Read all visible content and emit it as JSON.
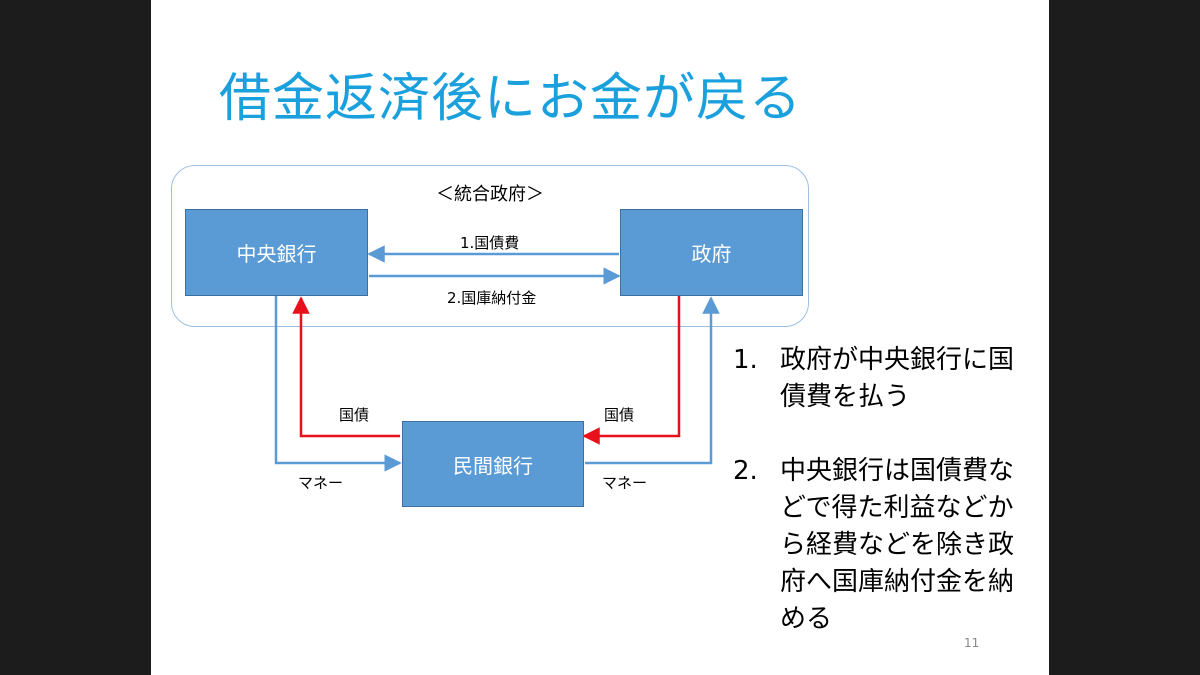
{
  "slide": {
    "title": "借金返済後にお金が戻る",
    "page_number": "11"
  },
  "diagram": {
    "group_label": "＜統合政府＞",
    "boxes": {
      "central_bank": "中央銀行",
      "government": "政府",
      "private_bank": "民間銀行"
    },
    "arrows": {
      "government_to_central": "1.国債費",
      "central_to_government": "2.国庫納付金",
      "private_to_central": "国債",
      "government_to_private": "国債",
      "central_to_private": "マネー",
      "private_to_government": "マネー"
    },
    "colors": {
      "box_fill": "#5b9bd5",
      "arrow_blue": "#5b9bd5",
      "arrow_red": "#e8111b",
      "title": "#1aa0dc"
    }
  },
  "steps": [
    {
      "number": "1.",
      "text": "政府が中央銀行に国債費を払う"
    },
    {
      "number": "2.",
      "text": "中央銀行は国債費などで得た利益などから経費などを除き政府へ国庫納付金を納める"
    }
  ]
}
